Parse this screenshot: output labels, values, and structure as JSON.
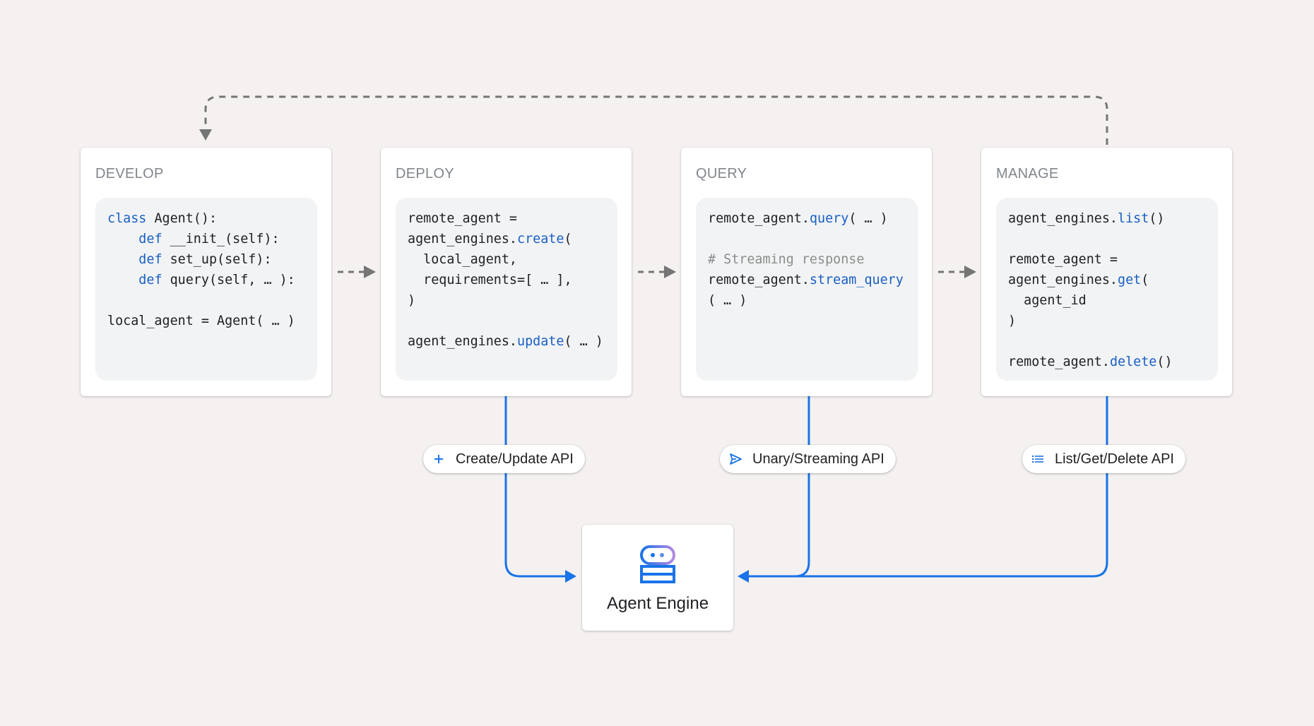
{
  "stages": [
    {
      "title": "DEVELOP",
      "code": [
        [
          {
            "t": "class",
            "k": "kw"
          },
          {
            "t": " Agent():"
          }
        ],
        [
          {
            "t": "    "
          },
          {
            "t": "def",
            "k": "kw"
          },
          {
            "t": " __init_(self):"
          }
        ],
        [
          {
            "t": "    "
          },
          {
            "t": "def",
            "k": "kw"
          },
          {
            "t": " set_up(self):"
          }
        ],
        [
          {
            "t": "    "
          },
          {
            "t": "def",
            "k": "kw"
          },
          {
            "t": " query(self, … ):"
          }
        ],
        [
          {
            "t": ""
          }
        ],
        [
          {
            "t": "local_agent = Agent( … )"
          }
        ]
      ]
    },
    {
      "title": "DEPLOY",
      "code": [
        [
          {
            "t": "remote_agent ="
          }
        ],
        [
          {
            "t": "agent_engines."
          },
          {
            "t": "create",
            "k": "kw"
          },
          {
            "t": "("
          }
        ],
        [
          {
            "t": "  local_agent,"
          }
        ],
        [
          {
            "t": "  requirements=[ … ],"
          }
        ],
        [
          {
            "t": ")"
          }
        ],
        [
          {
            "t": ""
          }
        ],
        [
          {
            "t": "agent_engines."
          },
          {
            "t": "update",
            "k": "kw"
          },
          {
            "t": "( … )"
          }
        ]
      ]
    },
    {
      "title": "QUERY",
      "code": [
        [
          {
            "t": "remote_agent."
          },
          {
            "t": "query",
            "k": "kw"
          },
          {
            "t": "( … )"
          }
        ],
        [
          {
            "t": ""
          }
        ],
        [
          {
            "t": "# Streaming response",
            "k": "cm"
          }
        ],
        [
          {
            "t": "remote_agent."
          },
          {
            "t": "stream_query",
            "k": "kw"
          }
        ],
        [
          {
            "t": "( … )"
          }
        ]
      ]
    },
    {
      "title": "MANAGE",
      "code": [
        [
          {
            "t": "agent_engines."
          },
          {
            "t": "list",
            "k": "kw"
          },
          {
            "t": "()"
          }
        ],
        [
          {
            "t": ""
          }
        ],
        [
          {
            "t": "remote_agent ="
          }
        ],
        [
          {
            "t": "agent_engines."
          },
          {
            "t": "get",
            "k": "kw"
          },
          {
            "t": "("
          }
        ],
        [
          {
            "t": "  agent_id"
          }
        ],
        [
          {
            "t": ")"
          }
        ],
        [
          {
            "t": ""
          }
        ],
        [
          {
            "t": "remote_agent."
          },
          {
            "t": "delete",
            "k": "kw"
          },
          {
            "t": "()"
          }
        ]
      ]
    }
  ],
  "apis": [
    {
      "label": "Create/Update API",
      "icon": "plus-icon"
    },
    {
      "label": "Unary/Streaming API",
      "icon": "send-icon"
    },
    {
      "label": "List/Get/Delete API",
      "icon": "list-icon"
    }
  ],
  "engine": {
    "label": "Agent Engine",
    "icon": "robot-icon"
  },
  "colors": {
    "background": "#f4f1f0",
    "accent_blue": "#1a73e8",
    "code_keyword": "#1a5fc4",
    "dashed_arrow": "#757575"
  }
}
